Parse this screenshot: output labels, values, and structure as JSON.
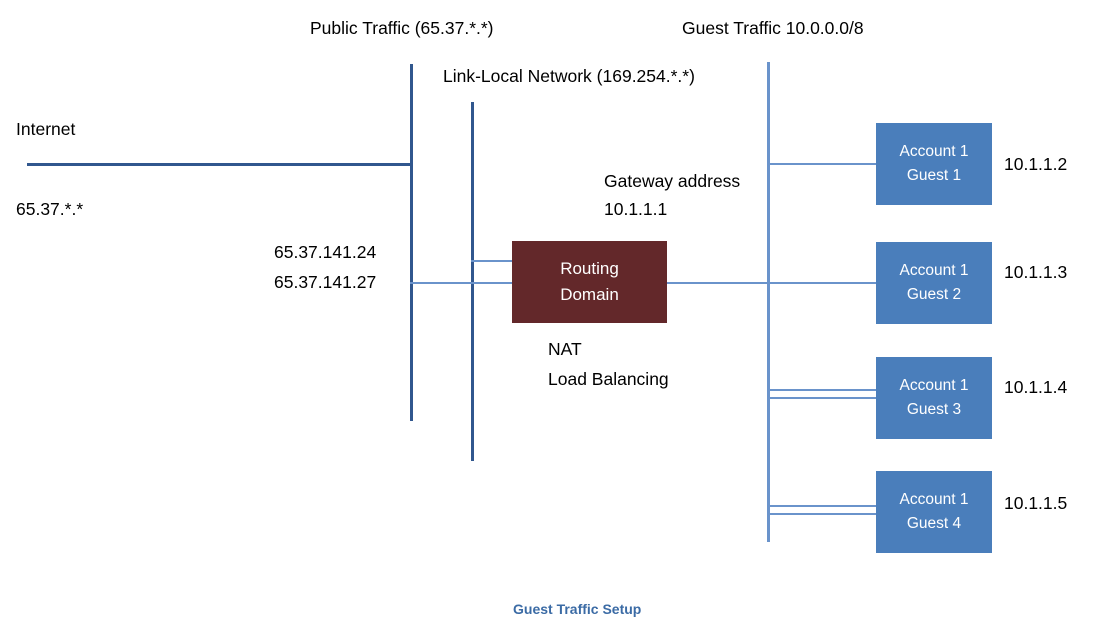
{
  "diagram": {
    "caption": "Guest Traffic Setup",
    "headers": {
      "public_traffic": "Public Traffic (65.37.*.*)",
      "link_local": "Link-Local Network (169.254.*.*)",
      "guest_traffic": "Guest Traffic 10.0.0.0/8"
    },
    "internet": {
      "label": "Internet",
      "cidr": "65.37.*.*"
    },
    "public_ips": {
      "ip_a": "65.37.141.24",
      "ip_b": "65.37.141.27"
    },
    "gateway": {
      "label": "Gateway address",
      "address": "10.1.1.1"
    },
    "router": {
      "line1": "Routing",
      "line2": "Domain",
      "feature1": "NAT",
      "feature2": "Load Balancing",
      "color": "#63282A"
    },
    "guests": [
      {
        "line1": "Account 1",
        "line2": "Guest 1",
        "ip": "10.1.1.2"
      },
      {
        "line1": "Account 1",
        "line2": "Guest 2",
        "ip": "10.1.1.3"
      },
      {
        "line1": "Account 1",
        "line2": "Guest 3",
        "ip": "10.1.1.4"
      },
      {
        "line1": "Account 1",
        "line2": "Guest 4",
        "ip": "10.1.1.5"
      }
    ],
    "colors": {
      "guest_box": "#4A7EBB",
      "router_box": "#63282A",
      "trunk_line": "#31578E",
      "branch_line": "#6A93CB",
      "caption_text": "#3B6BA5"
    }
  }
}
